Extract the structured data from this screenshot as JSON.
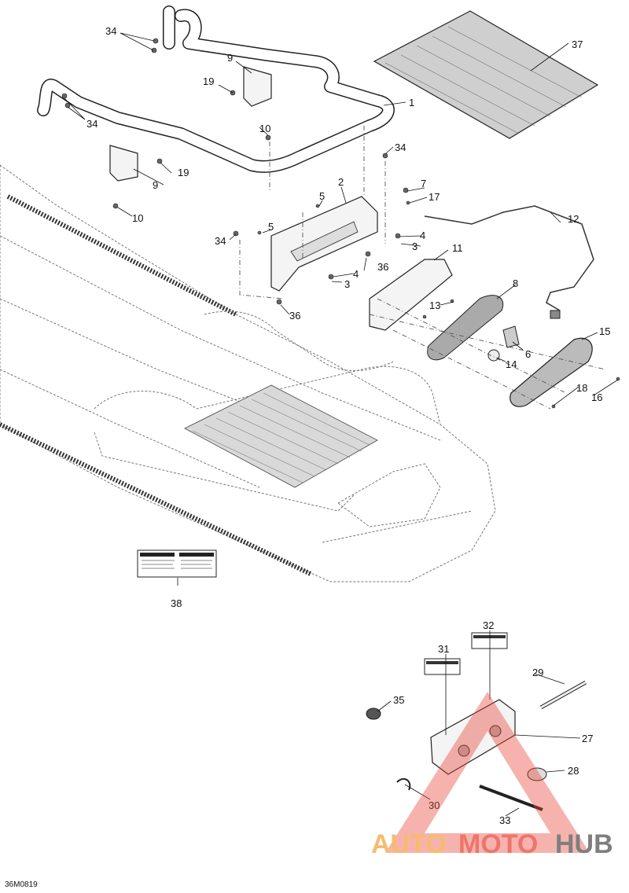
{
  "diagram_code": "36M0819",
  "callouts": {
    "c1": "1",
    "c2": "2",
    "c3a": "3",
    "c3b": "3",
    "c4a": "4",
    "c4b": "4",
    "c5a": "5",
    "c5b": "5",
    "c6": "6",
    "c7": "7",
    "c8": "8",
    "c9a": "9",
    "c9b": "9",
    "c10a": "10",
    "c10b": "10",
    "c11": "11",
    "c12": "12",
    "c13": "13",
    "c14": "14",
    "c15": "15",
    "c16": "16",
    "c17": "17",
    "c18": "18",
    "c19a": "19",
    "c19b": "19",
    "c27": "27",
    "c28": "28",
    "c29": "29",
    "c30": "30",
    "c31": "31",
    "c32": "32",
    "c33": "33",
    "c34a": "34",
    "c34b": "34",
    "c34c": "34",
    "c34d": "34",
    "c35": "35",
    "c36a": "36",
    "c36b": "36",
    "c37": "37",
    "c38": "38"
  },
  "watermark": {
    "auto": "AUTO",
    "moto": "MOTO",
    "hub": "HUB",
    "colors": {
      "auto": "#f4a640",
      "moto": "#e9473a",
      "hub": "#555555",
      "triangle": "#e9473a"
    }
  }
}
